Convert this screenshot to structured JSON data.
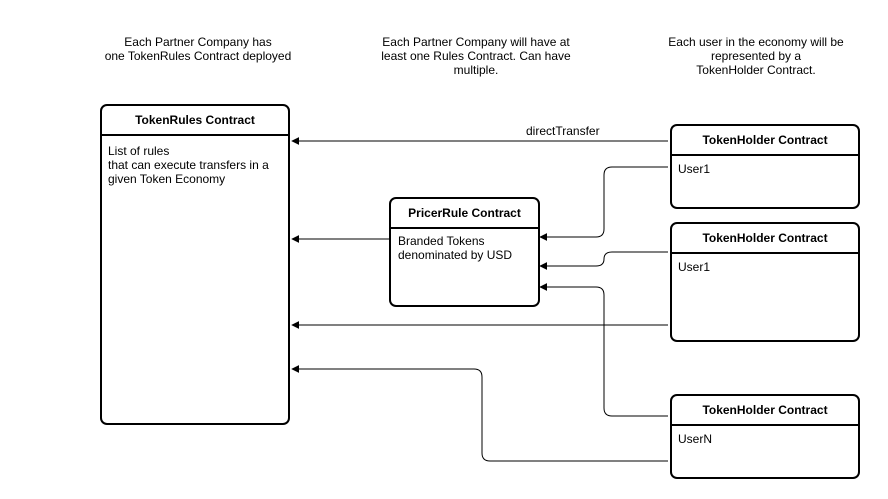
{
  "captions": {
    "partner_tokenrules": "Each Partner Company has\none TokenRules Contract deployed",
    "partner_rules": "Each Partner Company will have at\nleast one Rules Contract. Can have\nmultiple.",
    "user_tokenholder": "Each user in the economy will be\nrepresented by a\nTokenHolder Contract."
  },
  "token_rules": {
    "title": "TokenRules Contract",
    "body": "List of rules\nthat can execute transfers in a\ngiven Token Economy"
  },
  "pricer_rule": {
    "title": "PricerRule Contract",
    "body": " Branded Tokens\ndenominated by USD"
  },
  "token_holders": [
    {
      "title": "TokenHolder Contract",
      "body": "User1"
    },
    {
      "title": "TokenHolder Contract",
      "body": "User1"
    },
    {
      "title": "TokenHolder Contract",
      "body": "UserN"
    }
  ],
  "edges": {
    "direct_transfer_label": "directTransfer"
  }
}
